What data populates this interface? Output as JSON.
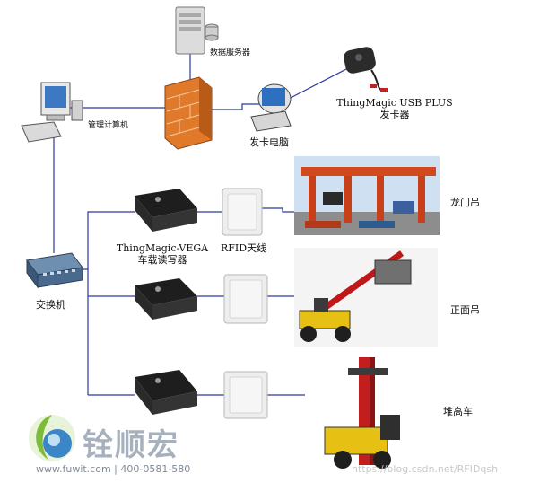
{
  "nodes": {
    "db_server": "数据服务器",
    "admin_pc": "管理计算机",
    "card_pc": "发卡电脑",
    "usb_reader_line1": "ThingMagic USB PLUS",
    "usb_reader_line2": "发卡器",
    "switch": "交换机",
    "vega_line1": "ThingMagic-VEGA",
    "vega_line2": "车载读写器",
    "rfid_antenna": "RFID天线",
    "gantry_crane": "龙门吊",
    "reach_stacker": "正面吊",
    "stacker": "堆高车"
  },
  "logo": {
    "name": "铨顺宏",
    "contact": "www.fuwit.com | 400-0581-580"
  },
  "watermark": "https://blog.csdn.net/RFIDqsh",
  "colors": {
    "link_line": "#2a3a9e",
    "firewall": "#e07a2a",
    "logo_text": "#a7b1bd"
  }
}
